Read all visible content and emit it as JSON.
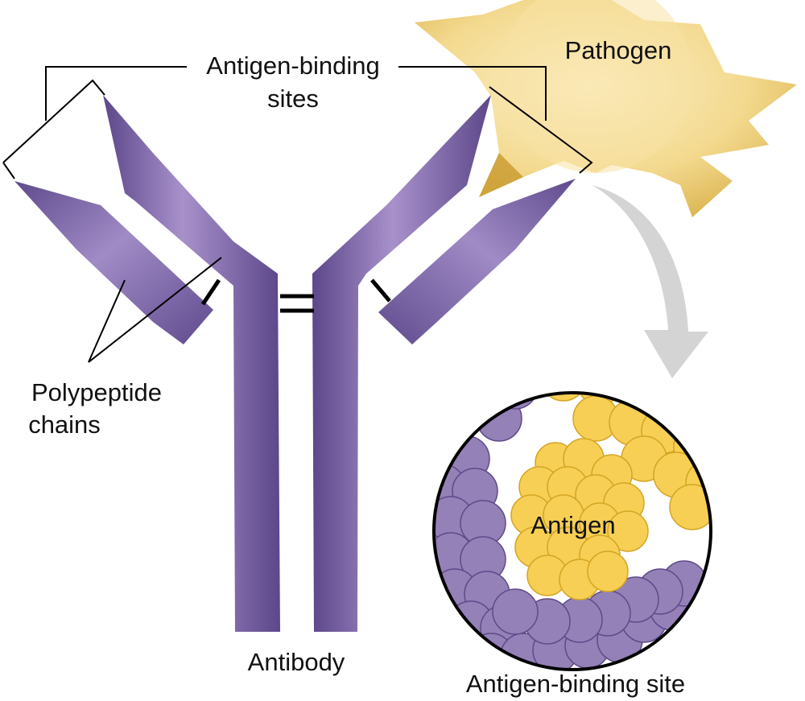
{
  "labels": {
    "antigen_binding_sites_line1": "Antigen-binding",
    "antigen_binding_sites_line2": "sites",
    "pathogen": "Pathogen",
    "polypeptide_line1": "Polypeptide",
    "polypeptide_line2": "chains",
    "antibody": "Antibody",
    "antigen": "Antigen",
    "antigen_binding_site": "Antigen-binding site"
  },
  "colors": {
    "antibody_purple": "#7b62a8",
    "antibody_highlight": "#a690c8",
    "antibody_dark": "#4e3a78",
    "pathogen_yellow": "#f3d98e",
    "antigen_yellow": "#f7cf55",
    "antigen_stroke": "#d4a522",
    "molecule_purple": "#9481b8",
    "molecule_stroke": "#5e4a88",
    "arrow_gray": "#d4d4d4"
  }
}
